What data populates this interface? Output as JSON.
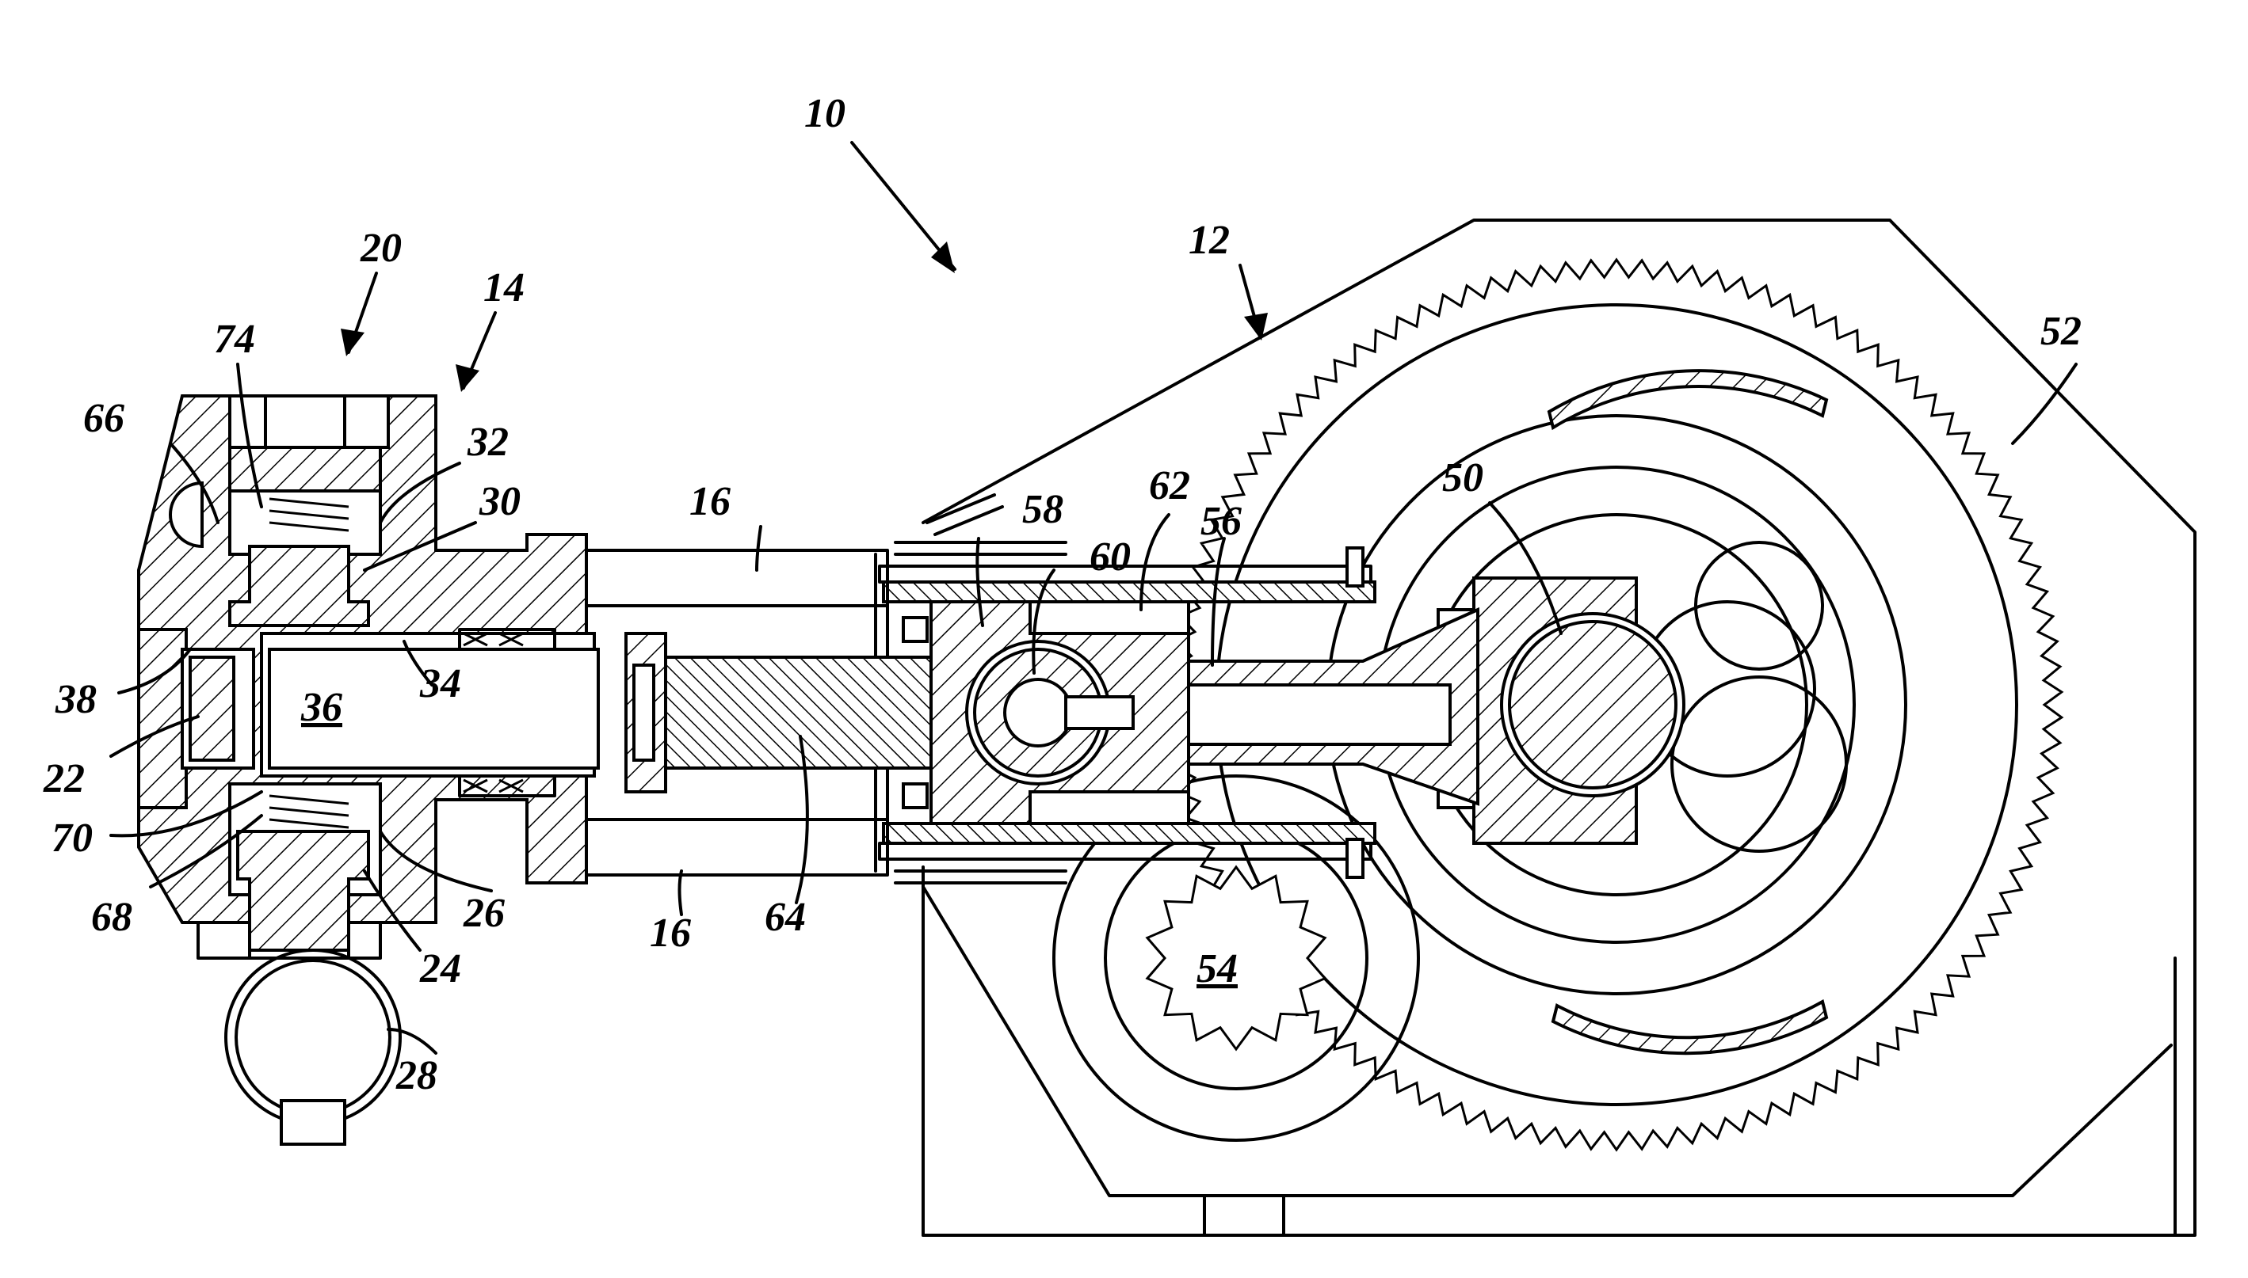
{
  "figure": {
    "labels": {
      "l10": "10",
      "l12": "12",
      "l14": "14",
      "l16a": "16",
      "l16b": "16",
      "l20": "20",
      "l22": "22",
      "l24": "24",
      "l26": "26",
      "l28": "28",
      "l30": "30",
      "l32": "32",
      "l34": "34",
      "l36": "36",
      "l38": "38",
      "l50": "50",
      "l52": "52",
      "l54": "54",
      "l56": "56",
      "l58": "58",
      "l60": "60",
      "l62": "62",
      "l64": "64",
      "l66": "66",
      "l68": "68",
      "l70": "70",
      "l74": "74"
    },
    "colors": {
      "ink": "#000000",
      "paper": "#ffffff"
    }
  }
}
